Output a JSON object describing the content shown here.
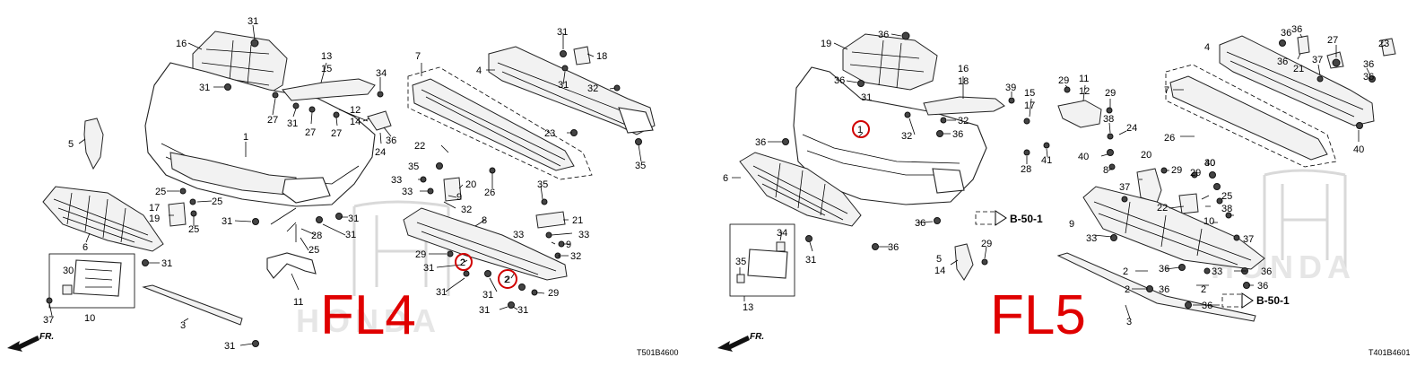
{
  "diagrams": [
    {
      "title": "FL4",
      "code": "T501B4600",
      "direction_label": "FR.",
      "watermark": "HONDA",
      "highlighted_callouts": [
        "2",
        "2"
      ],
      "callouts": [
        "31",
        "16",
        "31",
        "27",
        "13",
        "15",
        "34",
        "31",
        "27",
        "27",
        "12",
        "14",
        "36",
        "24",
        "1",
        "5",
        "25",
        "25",
        "17",
        "19",
        "25",
        "31",
        "31",
        "31",
        "25",
        "28",
        "31",
        "6",
        "30",
        "10",
        "37",
        "31",
        "3",
        "11",
        "7",
        "4",
        "31",
        "18",
        "31",
        "32",
        "22",
        "23",
        "35",
        "35",
        "33",
        "33",
        "20",
        "9",
        "26",
        "32",
        "35",
        "21",
        "8",
        "33",
        "33",
        "9",
        "29",
        "31",
        "2",
        "32",
        "31",
        "2",
        "31",
        "29",
        "31",
        "31"
      ],
      "accent": "#e00000"
    },
    {
      "title": "FL5",
      "code": "T401B4601",
      "direction_label": "FR.",
      "watermark": "HONDA",
      "ref_label": "B-50-1",
      "highlighted_callouts": [
        "1"
      ],
      "callouts": [
        "19",
        "36",
        "31",
        "36",
        "16",
        "18",
        "32",
        "36",
        "39",
        "15",
        "17",
        "29",
        "11",
        "12",
        "29",
        "38",
        "24",
        "32",
        "36",
        "28",
        "41",
        "40",
        "8",
        "6",
        "20",
        "29",
        "29",
        "25",
        "38",
        "22",
        "37",
        "36",
        "10",
        "37",
        "9",
        "33",
        "36",
        "35",
        "34",
        "31",
        "5",
        "14",
        "29",
        "2",
        "36",
        "33",
        "36",
        "36",
        "2",
        "36",
        "2",
        "36",
        "13",
        "3",
        "1",
        "36",
        "36",
        "36",
        "30",
        "40",
        "4",
        "36",
        "21",
        "27",
        "37",
        "23",
        "36",
        "7",
        "26",
        "40"
      ],
      "accent": "#e00000"
    }
  ]
}
